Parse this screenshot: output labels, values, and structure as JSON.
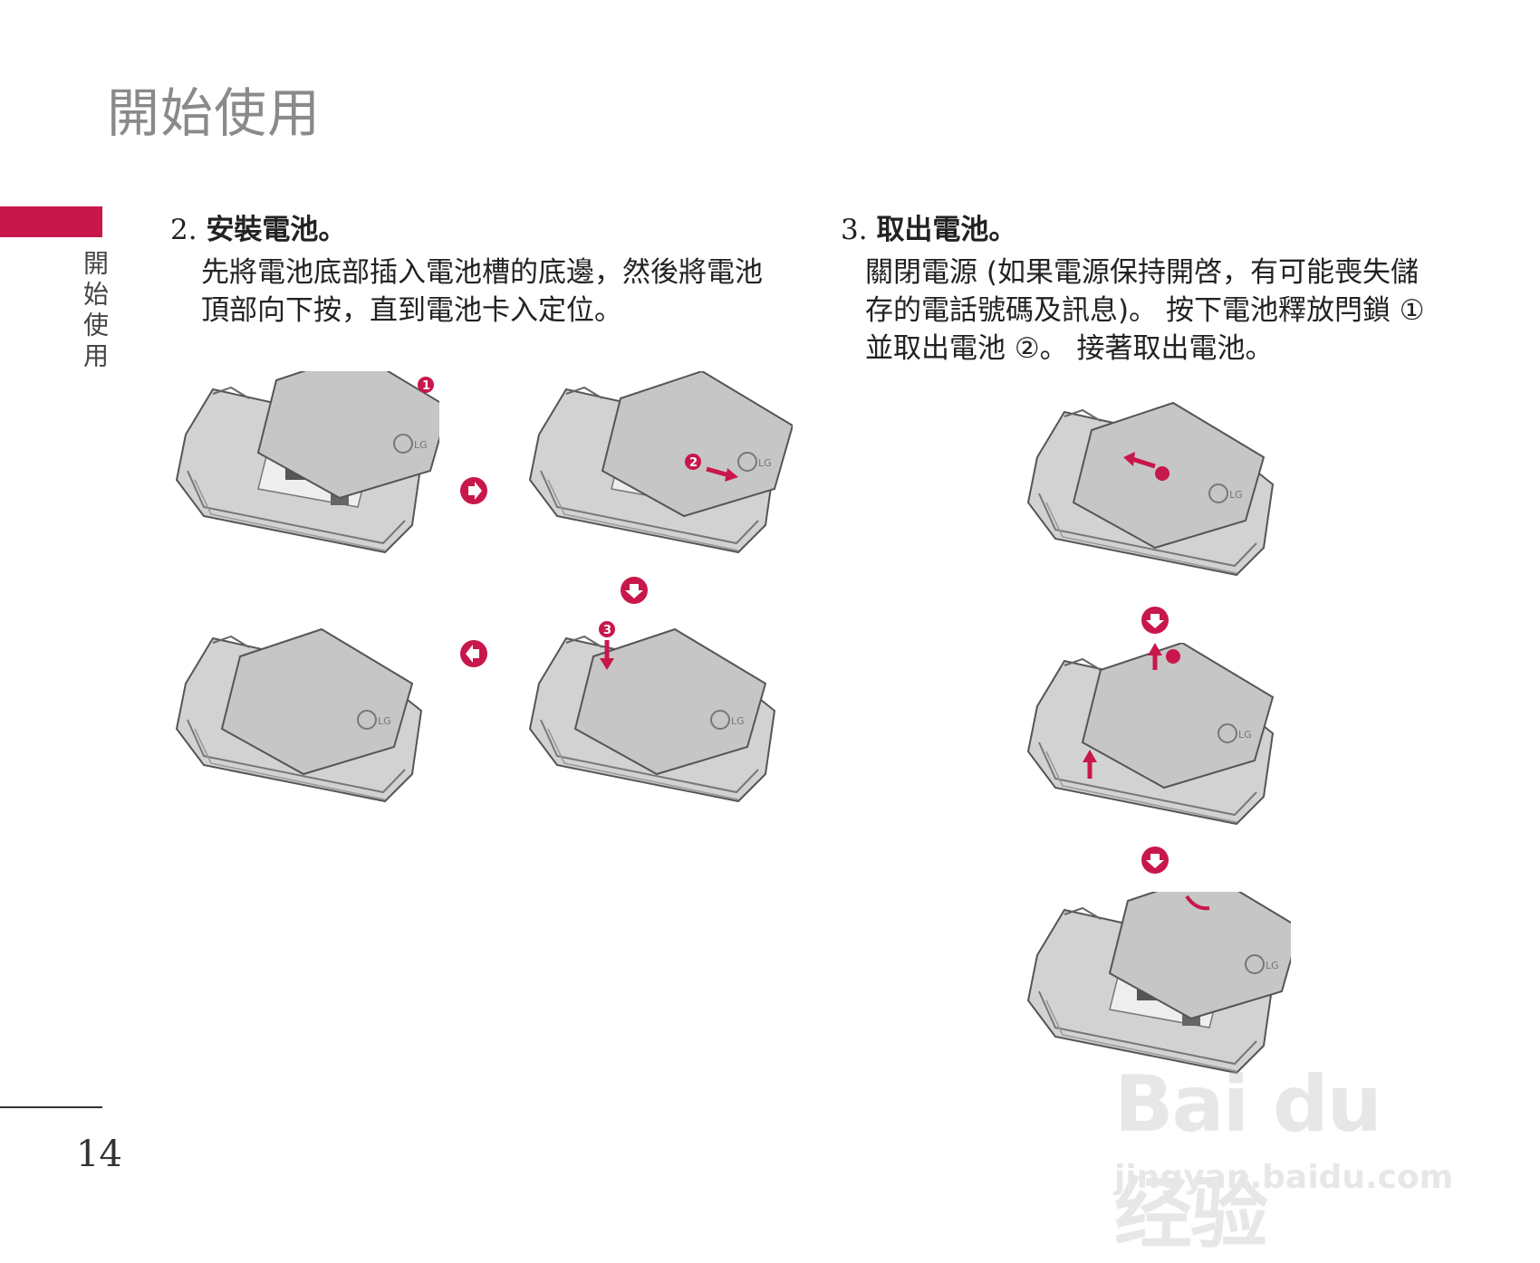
{
  "page": {
    "title": "開始使用",
    "side_label": "開始使用",
    "page_number": "14"
  },
  "section2": {
    "number": "2.",
    "heading": "安裝電池。",
    "line1": "先將電池底部插入電池槽的底邊，然後將電池",
    "line2": "頂部向下按，直到電池卡入定位。"
  },
  "section3": {
    "number": "3.",
    "heading": "取出電池。",
    "line1": "關閉電源 (如果電源保持開啓，有可能喪失儲",
    "line2": "存的電話號碼及訊息)。 按下電池釋放閂鎖 ①",
    "line3": "並取出電池 ②。 接著取出電池。"
  },
  "callouts": {
    "one": "1",
    "two": "2",
    "three": "3"
  },
  "watermark": {
    "main": "Bai du 经验",
    "sub": "jingyan.baidu.com"
  },
  "colors": {
    "accent": "#c8174b",
    "title_gray": "#8a8a8a",
    "phone_gray": "#b8b8b8"
  }
}
